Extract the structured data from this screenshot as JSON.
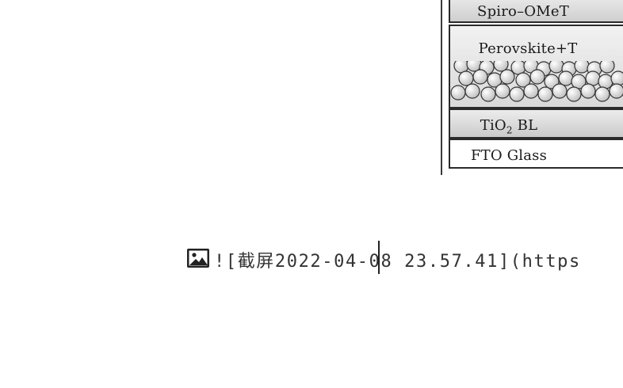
{
  "figure": {
    "layers": [
      {
        "label": "Spiro–OMeT"
      },
      {
        "label": "Perovskite+T"
      },
      {
        "label_main": "TiO",
        "label_sub": "2",
        "label_tail": " BL"
      },
      {
        "label": "FTO Glass"
      }
    ]
  },
  "editor": {
    "image_icon": "image-icon",
    "markdown_text": "![截屏2022-04-08 23.57.41](https"
  }
}
